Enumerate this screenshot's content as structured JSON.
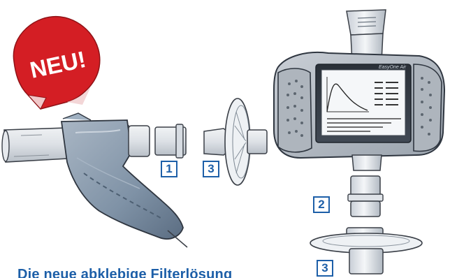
{
  "sticker": {
    "label": "NEU!",
    "color": "#d41e24"
  },
  "badges": {
    "first": "1",
    "second": "3",
    "third": "2",
    "fourth": "3"
  },
  "device": {
    "display_brand": "EasyOne Air"
  },
  "headline": "Die neue abklebige Filterlösung",
  "colors": {
    "accent": "#1d5fa8",
    "sticker": "#d41e24",
    "sketch_line": "#3a3f47",
    "gray_fill": "#cfd3d9",
    "blue_gray_fill": "#8da0b4"
  }
}
